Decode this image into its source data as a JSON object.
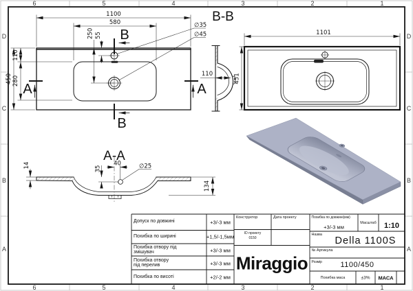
{
  "sheet": {
    "zones_top": [
      "6",
      "5",
      "4",
      "3",
      "2",
      "1"
    ],
    "zones_bottom": [
      "6",
      "5",
      "4",
      "3",
      "2",
      "1"
    ],
    "zones_left": [
      "D",
      "C",
      "B",
      "A"
    ],
    "zones_right": [
      "D",
      "C",
      "B",
      "A"
    ]
  },
  "views": {
    "top": {
      "dim_length": "1100",
      "dim_basin_length": "580",
      "dim_drain_center": "250",
      "dim_faucet_center": "55",
      "dim_width": "450",
      "dim_basin_width": "280",
      "dim_basin_offset": "110",
      "faucet_hole_dia": "∅35",
      "drain_hole_dia": "∅45",
      "marker_a": "A",
      "marker_b": "B"
    },
    "section_bb": {
      "title": "B-B",
      "dim_bowl_depth": "110",
      "dim_length": "1101",
      "dim_width": "451"
    },
    "section_aa": {
      "title": "A-A",
      "dim_edge_thickness": "14",
      "dim_overflow_depth": "35",
      "dim_overflow_offset": "40",
      "overflow_hole_dia": "∅25",
      "dim_total_depth": "134"
    }
  },
  "title_block": {
    "rows": [
      {
        "line1": "Допуск по довжині",
        "line2": "",
        "value": "+3/-3 мм"
      },
      {
        "line1": "Похибка по ширині",
        "line2": "",
        "value": "+1,5/-1,5мм"
      },
      {
        "line1": "Похибка отвору під",
        "line2": "змішувач",
        "value": "+3/-3 мм"
      },
      {
        "line1": "Похибка отвору",
        "line2": "під перелив",
        "value": "+3/-3 мм"
      },
      {
        "line1": "Похибка по висоті",
        "line2": "",
        "value": "+2/-2 мм"
      }
    ],
    "constructor_label": "Конструктор",
    "project_date_label": "Дата проекту",
    "project_id_label": "ID проекту",
    "project_id_value": "0150",
    "length_tolerance_label": "Похибка по довжині(мм)",
    "length_tolerance_value": "+3/-3 мм",
    "scale_label": "Масштаб",
    "scale_value": "1:10",
    "name_label": "Назва",
    "name_value": "Della 1100S",
    "article_label": "№ Артикула",
    "size_label": "Розмір",
    "size_value": "1100/450",
    "mass_tolerance_label": "Похибка маса",
    "mass_tolerance_value": "±3%",
    "mass_label": "МАСА",
    "logo": "Miraggio"
  }
}
